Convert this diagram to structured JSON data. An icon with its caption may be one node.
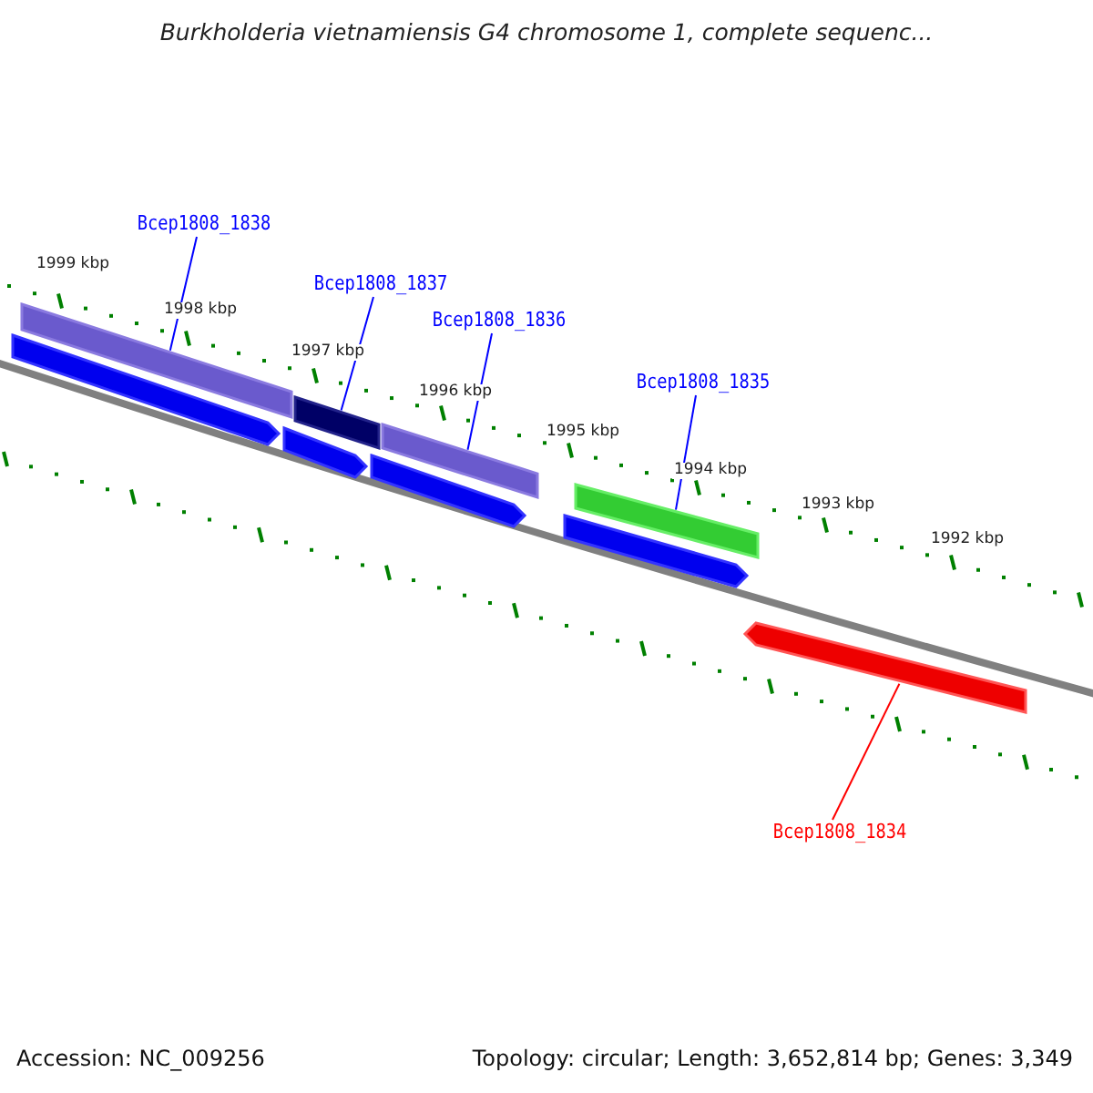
{
  "diagram": {
    "title": "Burkholderia vietnamiensis G4 chromosome 1, complete sequenc...",
    "nodes": [
      {
        "text": [
          "Bcep1808_1838"
        ]
      },
      {
        "text": [
          "Bcep1808_1837"
        ]
      },
      {
        "text": [
          "Bcep1808_1836"
        ]
      },
      {
        "text": [
          "Bcep1808_1835"
        ]
      },
      {
        "text": [
          "Bcep1808_1834"
        ]
      },
      {
        "text": [],
        "shape": "bar"
      },
      {
        "text": [],
        "shape": "bar"
      },
      {
        "text": [],
        "shape": "bar"
      },
      {
        "text": [],
        "shape": "bar"
      },
      {
        "text": [],
        "shape": "bar"
      },
      {
        "text": [],
        "shape": "bar"
      },
      {
        "text": [],
        "shape": "bar"
      },
      {
        "text": [],
        "shape": "bar"
      },
      {
        "text": [],
        "shape": "bar"
      }
    ],
    "edges": [
      {
        "from": 0,
        "to": 5,
        "arrow": "none"
      },
      {
        "from": 1,
        "to": 7,
        "arrow": "none"
      },
      {
        "from": 2,
        "to": 9,
        "arrow": "none"
      },
      {
        "from": 3,
        "to": 11,
        "arrow": "none"
      },
      {
        "from": 4,
        "to": 13,
        "arrow": "none",
        "color": "#ff0000"
      }
    ],
    "labels": [
      "1999 kbp",
      "1998 kbp",
      "1997 kbp",
      "1996 kbp",
      "1995 kbp",
      "1994 kbp",
      "1993 kbp",
      "1992 kbp",
      "Accession: NC_009256",
      "Topology: circular; Length: 3,652,814 bp; Genes: 3,349"
    ]
  }
}
